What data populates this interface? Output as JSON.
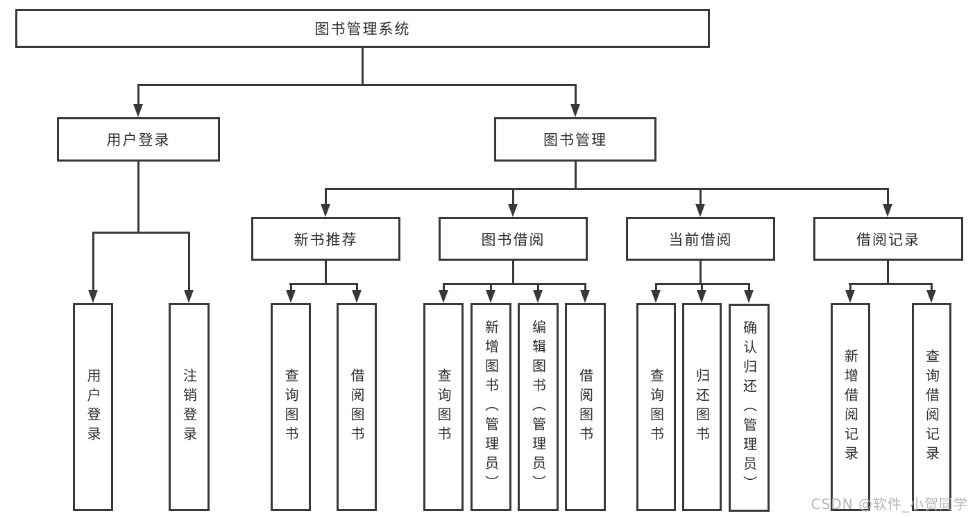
{
  "title": "图书管理系统",
  "watermark": "CSDN @软件_小贺同学",
  "colors": {
    "line": "#383838",
    "box_border": "#383838",
    "text": "#2d2d2d",
    "background": "#ffffff",
    "watermark": "#b6b6b6"
  },
  "tree": {
    "label": "图书管理系统",
    "children": [
      {
        "label": "用户登录",
        "children": [
          {
            "label": "用户登录"
          },
          {
            "label": "注销登录"
          }
        ]
      },
      {
        "label": "图书管理",
        "children": [
          {
            "label": "新书推荐",
            "children": [
              {
                "label": "查询图书"
              },
              {
                "label": "借阅图书"
              }
            ]
          },
          {
            "label": "图书借阅",
            "children": [
              {
                "label": "查询图书"
              },
              {
                "label": "新增图书（管理员）"
              },
              {
                "label": "编辑图书（管理员）"
              },
              {
                "label": "借阅图书"
              }
            ]
          },
          {
            "label": "当前借阅",
            "children": [
              {
                "label": "查询图书"
              },
              {
                "label": "归还图书"
              },
              {
                "label": "确认归还（管理员）"
              }
            ]
          },
          {
            "label": "借阅记录",
            "children": [
              {
                "label": "新增借阅记录"
              },
              {
                "label": "查询借阅记录"
              }
            ]
          }
        ]
      }
    ]
  }
}
